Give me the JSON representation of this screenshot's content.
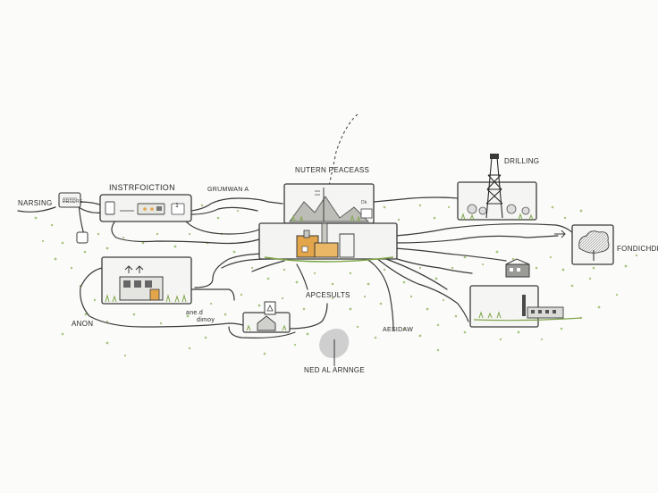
{
  "labels": {
    "narsing": "NARSING",
    "instruction": "INSTRFOICTION",
    "grumwan": "GRUMWAN A",
    "nutern": "NUTERN PEACEASS",
    "drilling": "DRILLING",
    "fondichde": "FONDICHDE",
    "anon": "ANON",
    "anedl_line1": "ane.d",
    "anedl_line2": "dimoy",
    "apcesults": "APCESULTS",
    "aesidaw": "AESIDAW",
    "ned_al": "NED AL ARNNGE",
    "small_box_text": "PRTORE",
    "panel_num": "1",
    "mountain_box_text": "Dk"
  },
  "colors": {
    "line": "#3a3a3a",
    "box_fill": "#f4f4f2",
    "grass": "#7fa64a",
    "dots": "#8db25a",
    "accent_orange": "#e3a54a",
    "blob": "#cfcfcf"
  }
}
